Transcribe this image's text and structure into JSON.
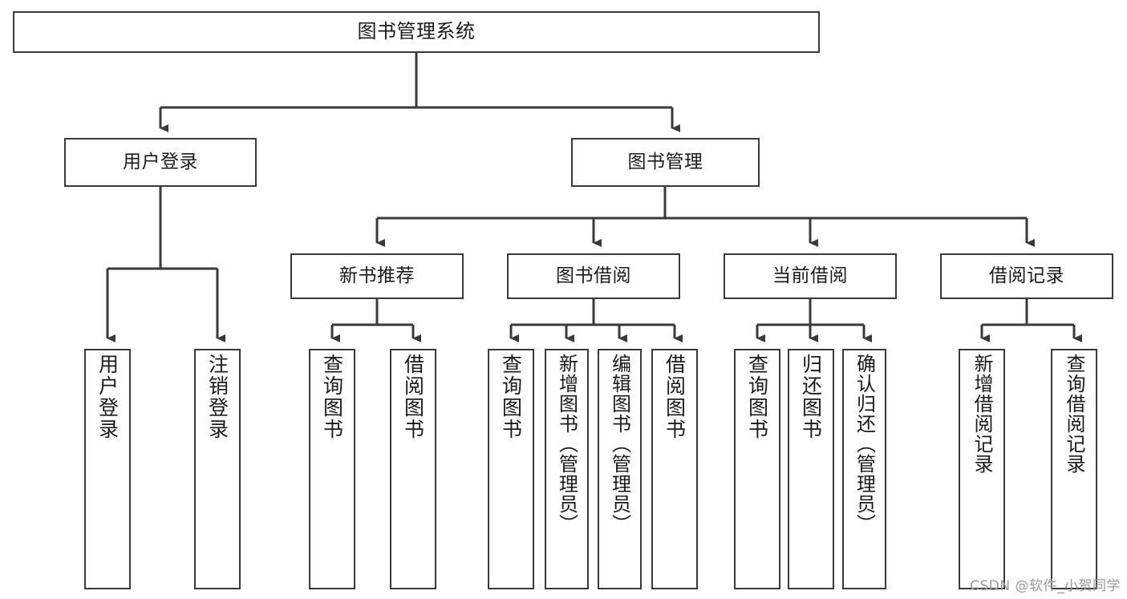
{
  "diagram": {
    "type": "tree-hierarchy",
    "title": "图书管理系统",
    "watermark": "CSDN @软件_小贺同学",
    "colors": {
      "stroke": "#3a3a3a",
      "fill": "#ffffff",
      "text": "#1b1b1b",
      "watermark": "#9a9a9a"
    },
    "nodes": {
      "root": {
        "label": "图书管理系统"
      },
      "level2": [
        {
          "id": "user-login",
          "label": "用户登录"
        },
        {
          "id": "book-manage",
          "label": "图书管理"
        }
      ],
      "level3": [
        {
          "id": "new-book-recommend",
          "label": "新书推荐"
        },
        {
          "id": "book-borrow",
          "label": "图书借阅"
        },
        {
          "id": "current-borrow",
          "label": "当前借阅"
        },
        {
          "id": "borrow-record",
          "label": "借阅记录"
        }
      ],
      "leaves": {
        "user_login": [
          {
            "id": "leaf-user-login",
            "label": "用户登录"
          },
          {
            "id": "leaf-logout-login",
            "label": "注销登录"
          }
        ],
        "new_book_recommend": [
          {
            "id": "leaf-query-book-1",
            "label": "查询图书"
          },
          {
            "id": "leaf-borrow-book-1",
            "label": "借阅图书"
          }
        ],
        "book_borrow": [
          {
            "id": "leaf-query-book-2",
            "label": "查询图书"
          },
          {
            "id": "leaf-add-book",
            "label": "新增图书（管理员）"
          },
          {
            "id": "leaf-edit-book",
            "label": "编辑图书（管理员）"
          },
          {
            "id": "leaf-borrow-book-2",
            "label": "借阅图书"
          }
        ],
        "current_borrow": [
          {
            "id": "leaf-query-book-3",
            "label": "查询图书"
          },
          {
            "id": "leaf-return-book",
            "label": "归还图书"
          },
          {
            "id": "leaf-confirm-return",
            "label": "确认归还（管理员）"
          }
        ],
        "borrow_record": [
          {
            "id": "leaf-add-record",
            "label": "新增借阅记录"
          },
          {
            "id": "leaf-query-record",
            "label": "查询借阅记录"
          }
        ]
      }
    },
    "edges": [
      {
        "from": "图书管理系统",
        "to": "用户登录"
      },
      {
        "from": "图书管理系统",
        "to": "图书管理"
      },
      {
        "from": "用户登录",
        "to": "用户登录"
      },
      {
        "from": "用户登录",
        "to": "注销登录"
      },
      {
        "from": "图书管理",
        "to": "新书推荐"
      },
      {
        "from": "图书管理",
        "to": "图书借阅"
      },
      {
        "from": "图书管理",
        "to": "当前借阅"
      },
      {
        "from": "图书管理",
        "to": "借阅记录"
      },
      {
        "from": "新书推荐",
        "to": "查询图书"
      },
      {
        "from": "新书推荐",
        "to": "借阅图书"
      },
      {
        "from": "图书借阅",
        "to": "查询图书"
      },
      {
        "from": "图书借阅",
        "to": "新增图书（管理员）"
      },
      {
        "from": "图书借阅",
        "to": "编辑图书（管理员）"
      },
      {
        "from": "图书借阅",
        "to": "借阅图书"
      },
      {
        "from": "当前借阅",
        "to": "查询图书"
      },
      {
        "from": "当前借阅",
        "to": "归还图书"
      },
      {
        "from": "当前借阅",
        "to": "确认归还（管理员）"
      },
      {
        "from": "借阅记录",
        "to": "新增借阅记录"
      },
      {
        "from": "借阅记录",
        "to": "查询借阅记录"
      }
    ]
  }
}
